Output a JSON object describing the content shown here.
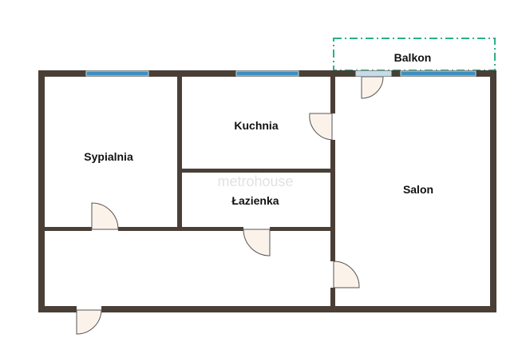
{
  "rooms": {
    "sypialnia": "Sypialnia",
    "kuchnia": "Kuchnia",
    "lazienka": "Łazienka",
    "salon": "Salon",
    "balkon": "Balkon"
  },
  "watermark": "metrohouse",
  "colors": {
    "wall": "#4a3f37",
    "window": "#3d8fc0",
    "balcony_outline": "#2bb08a",
    "door_fill": "#fbf3ea"
  }
}
